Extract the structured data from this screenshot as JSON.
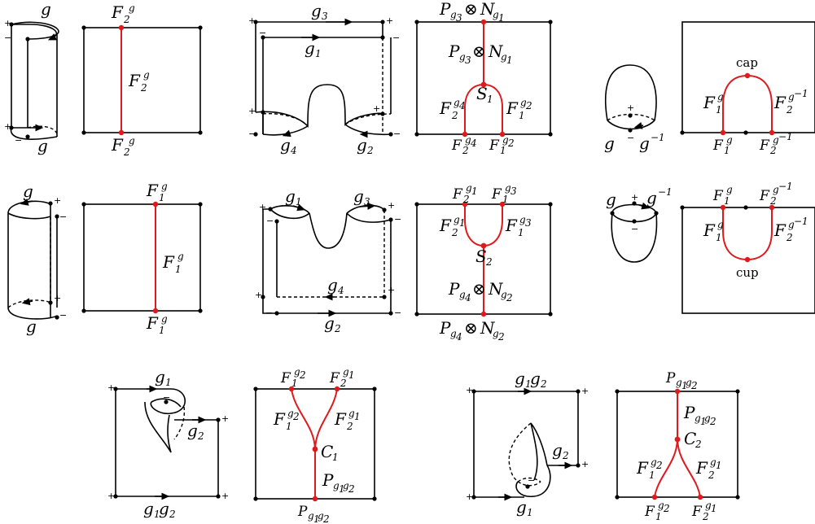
{
  "labels": {
    "g": "g",
    "g_inv": "g",
    "exp_inv": "−1",
    "g1": "g",
    "g2": "g",
    "g3": "g",
    "g4": "g",
    "sub1": "1",
    "sub2": "2",
    "sub3": "3",
    "sub4": "4",
    "F": "F",
    "P": "P",
    "N": "N",
    "S": "S",
    "C": "C",
    "otimes": "⊗",
    "cap": "cap",
    "cup": "cup",
    "plus": "+",
    "minus": "−"
  },
  "panels": [
    "cylinder-left-right-top",
    "cylinder-right-left",
    "pair-of-pants-merge-S1",
    "pair-of-pants-split-S2",
    "cap",
    "cup",
    "cusp-merge-C1",
    "cusp-split-C2"
  ]
}
